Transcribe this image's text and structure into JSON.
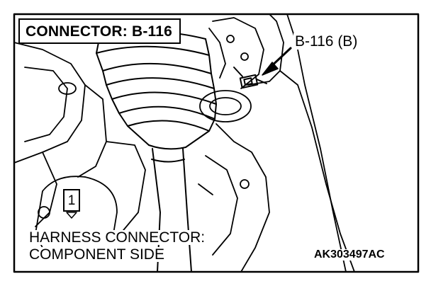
{
  "figure": {
    "title": "CONNECTOR: B-116",
    "callout": "B-116 (B)",
    "pin_number": "1",
    "harness_line1": "HARNESS CONNECTOR:",
    "harness_line2": "COMPONENT SIDE",
    "figure_code": "AK303497AC"
  },
  "colors": {
    "line": "#000000",
    "background": "#ffffff"
  }
}
